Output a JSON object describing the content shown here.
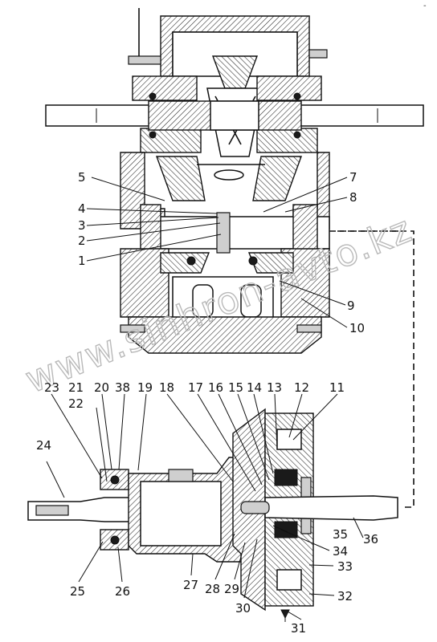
{
  "corner_mark": "-",
  "watermark": "www.sinhron-avto.kz",
  "labels": [
    {
      "id": "1",
      "text": "1"
    },
    {
      "id": "2",
      "text": "2"
    },
    {
      "id": "3",
      "text": "3"
    },
    {
      "id": "4",
      "text": "4"
    },
    {
      "id": "5",
      "text": "5"
    },
    {
      "id": "7",
      "text": "7"
    },
    {
      "id": "8",
      "text": "8"
    },
    {
      "id": "9",
      "text": "9"
    },
    {
      "id": "10",
      "text": "10"
    },
    {
      "id": "11",
      "text": "11"
    },
    {
      "id": "12",
      "text": "12"
    },
    {
      "id": "13",
      "text": "13"
    },
    {
      "id": "14",
      "text": "14"
    },
    {
      "id": "15",
      "text": "15"
    },
    {
      "id": "16",
      "text": "16"
    },
    {
      "id": "17",
      "text": "17"
    },
    {
      "id": "18",
      "text": "18"
    },
    {
      "id": "19",
      "text": "19"
    },
    {
      "id": "20",
      "text": "20"
    },
    {
      "id": "21",
      "text": "21"
    },
    {
      "id": "22",
      "text": "22"
    },
    {
      "id": "23",
      "text": "23"
    },
    {
      "id": "24",
      "text": "24"
    },
    {
      "id": "25",
      "text": "25"
    },
    {
      "id": "26",
      "text": "26"
    },
    {
      "id": "27",
      "text": "27"
    },
    {
      "id": "28",
      "text": "28"
    },
    {
      "id": "29",
      "text": "29"
    },
    {
      "id": "30",
      "text": "30"
    },
    {
      "id": "31",
      "text": "31"
    },
    {
      "id": "32",
      "text": "32"
    },
    {
      "id": "33",
      "text": "33"
    },
    {
      "id": "34",
      "text": "34"
    },
    {
      "id": "35",
      "text": "35"
    },
    {
      "id": "36",
      "text": "36"
    },
    {
      "id": "38",
      "text": "38"
    }
  ]
}
